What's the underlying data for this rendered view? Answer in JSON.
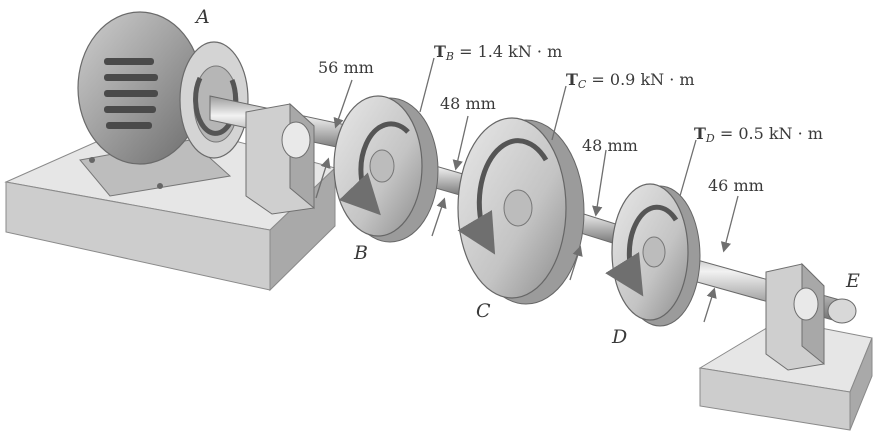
{
  "points": {
    "a": "A",
    "b": "B",
    "c": "C",
    "d": "D",
    "e": "E"
  },
  "diameters": {
    "ab": "56 mm",
    "bc": "48 mm",
    "cd": "48 mm",
    "de": "46 mm"
  },
  "torques": {
    "b": {
      "symbol": "T",
      "subscript": "B",
      "value": "= 1.4 kN · m"
    },
    "c": {
      "symbol": "T",
      "subscript": "C",
      "value": "= 0.9 kN · m"
    },
    "d": {
      "symbol": "T",
      "subscript": "D",
      "value": "= 0.5 kN · m"
    }
  },
  "colors": {
    "metal_light": "#d9d9d9",
    "metal_dark": "#7a7a7a",
    "base": "#cfcfcf",
    "arrow": "#6f6f6f",
    "text": "#3a3a3a"
  }
}
